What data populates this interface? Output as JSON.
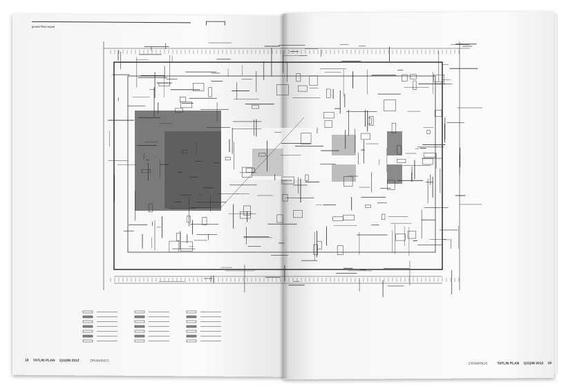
{
  "spread": {
    "left_page": {
      "header": "ground floor layout",
      "folio": {
        "page_number": "18",
        "title": "TATLIN PLAN",
        "issue": "1|11|08 2012",
        "section": "DRAWINGS"
      }
    },
    "right_page": {
      "folio": {
        "page_number": "19",
        "title": "TATLIN PLAN",
        "issue": "1|11|08 2012",
        "section": "DRAWINGS"
      }
    }
  },
  "colors": {
    "ink": "#222222",
    "dark_fill": "#6e6e6e",
    "mid_fill": "#9a9a9a",
    "paper": "#f7f7f7"
  }
}
